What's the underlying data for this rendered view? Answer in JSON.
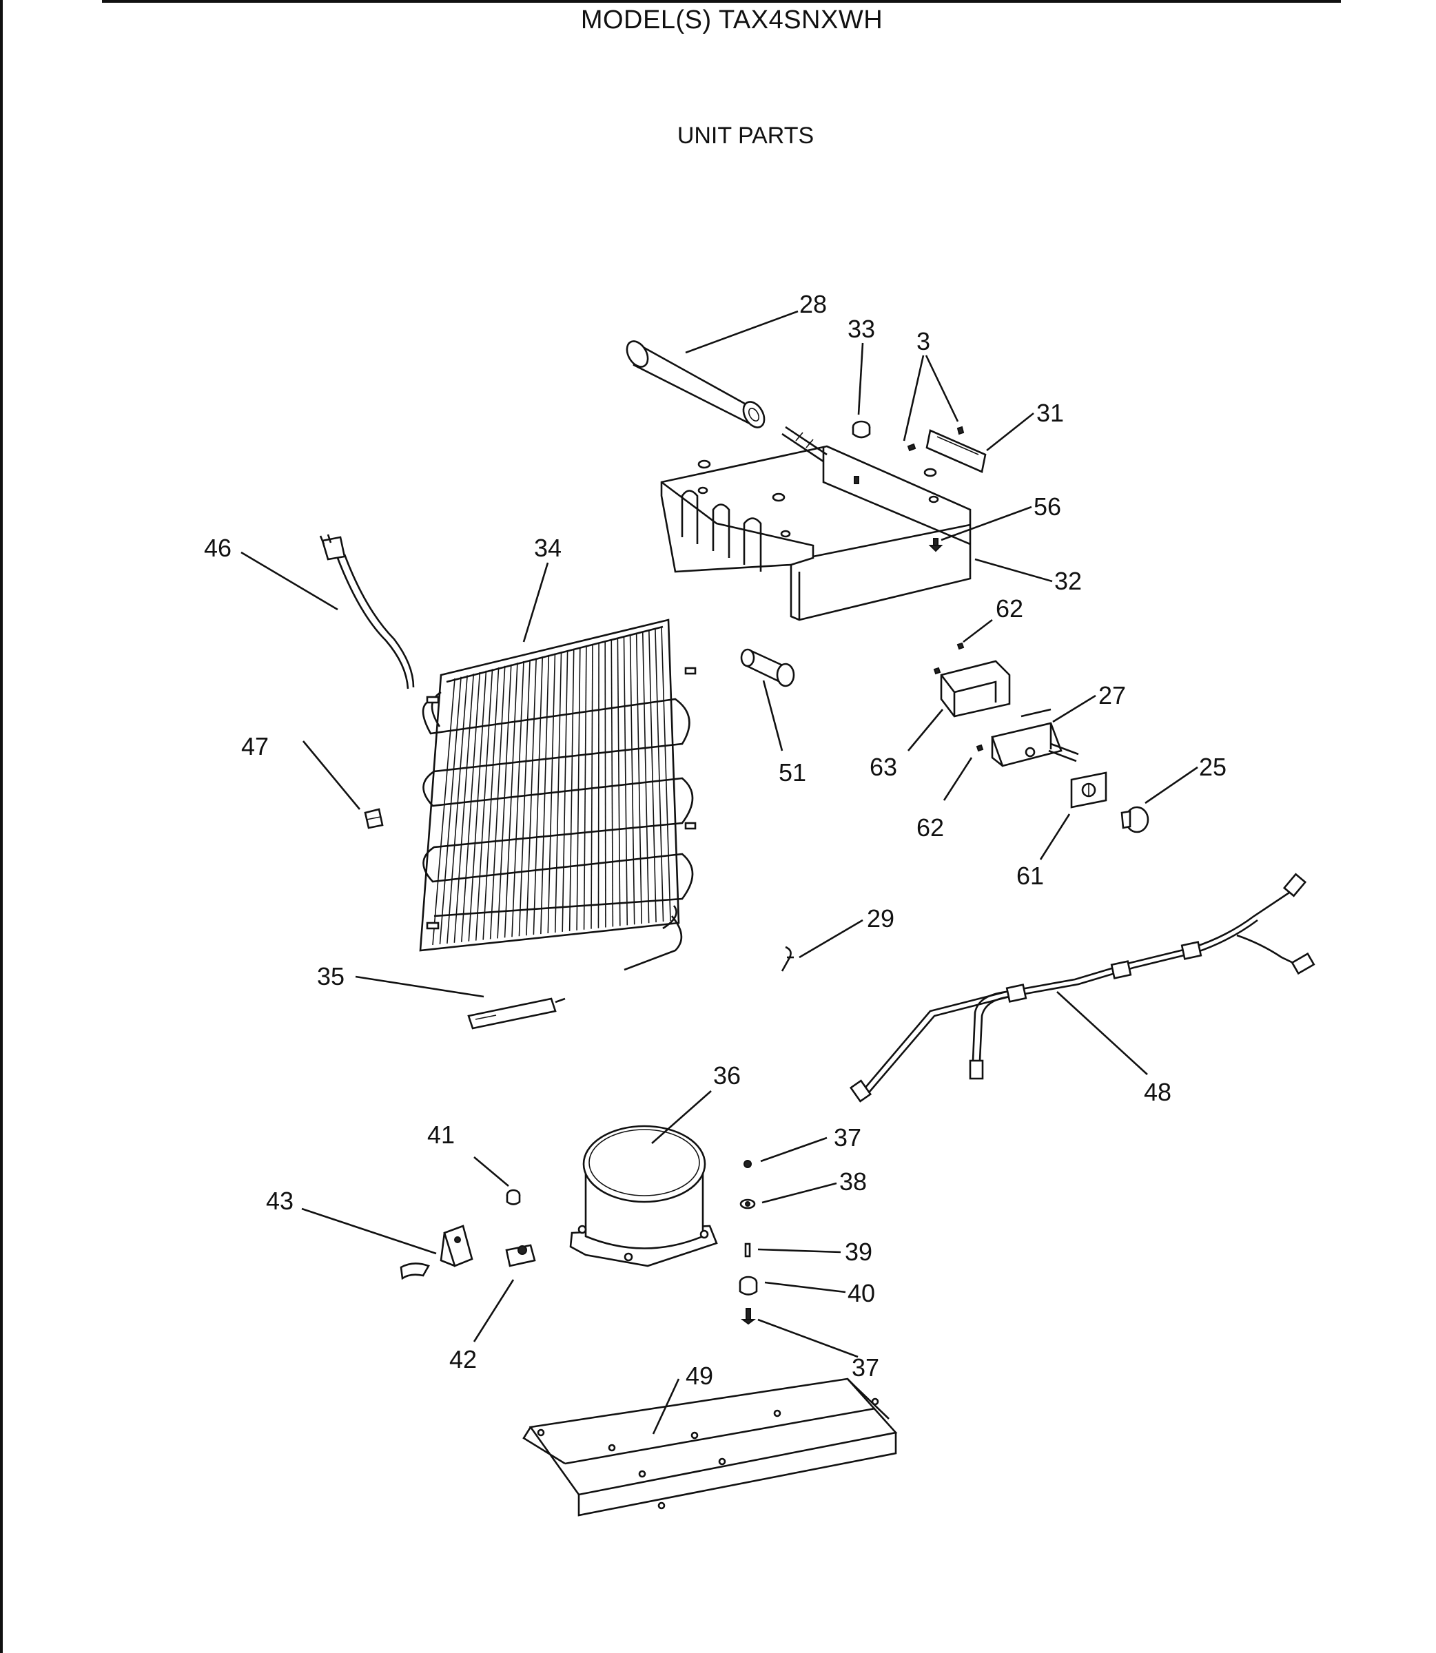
{
  "header": {
    "model_title": "MODEL(S) TAX4SNXWH",
    "section_title": "UNIT PARTS"
  },
  "callouts": {
    "c28": "28",
    "c33": "33",
    "c3": "3",
    "c31": "31",
    "c56": "56",
    "c32": "32",
    "c46": "46",
    "c34": "34",
    "c62a": "62",
    "c27": "27",
    "c63": "63",
    "c51": "51",
    "c25": "25",
    "c62b": "62",
    "c61": "61",
    "c47": "47",
    "c29": "29",
    "c35": "35",
    "c48": "48",
    "c36": "36",
    "c41": "41",
    "c37a": "37",
    "c38": "38",
    "c43": "43",
    "c39": "39",
    "c40": "40",
    "c42": "42",
    "c37b": "37",
    "c49": "49"
  }
}
